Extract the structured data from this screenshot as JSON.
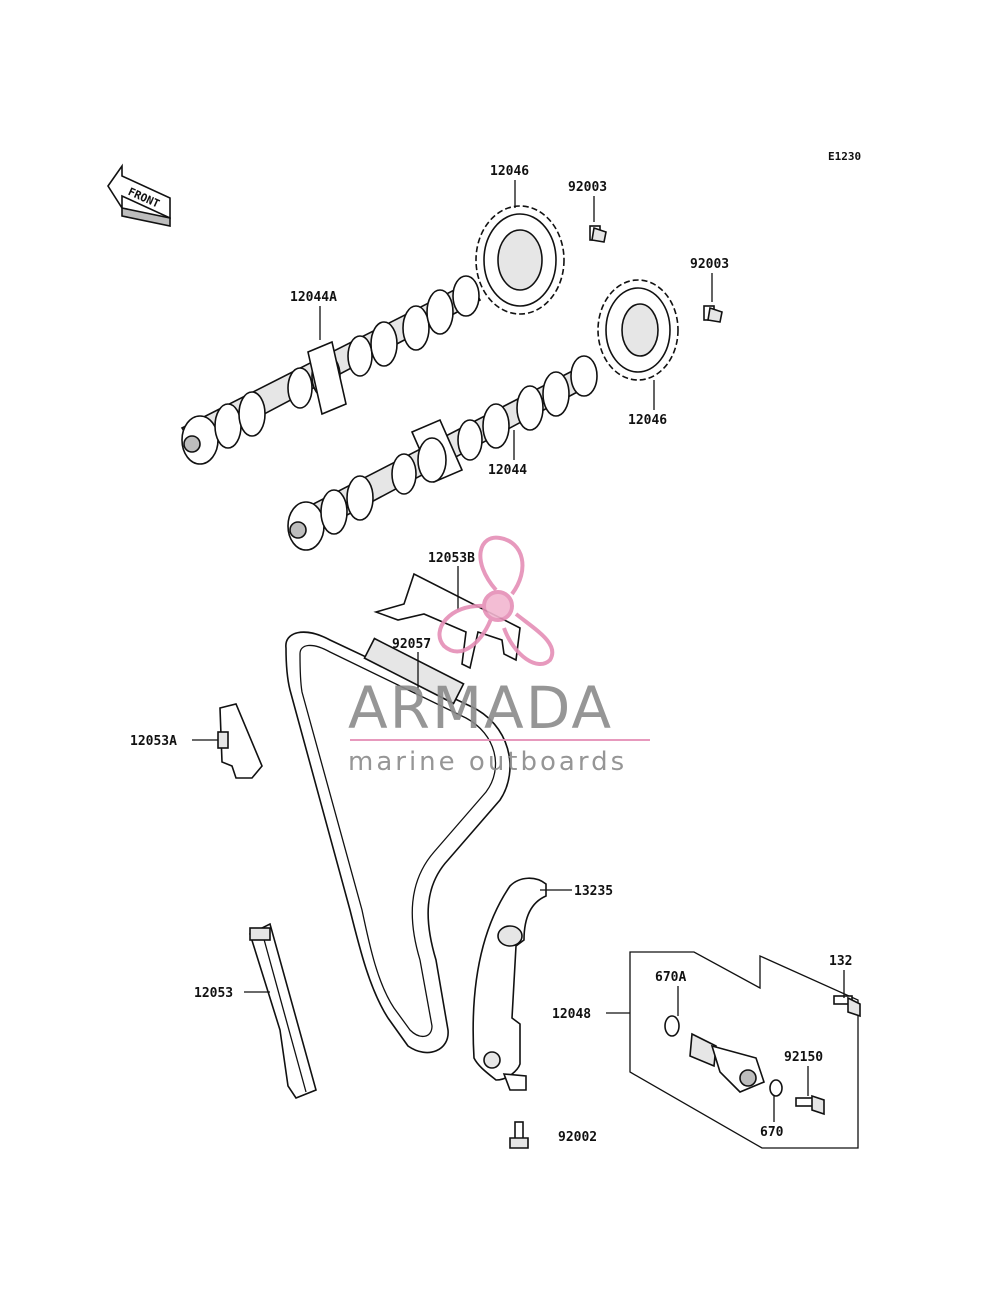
{
  "diagram": {
    "code": "E1230",
    "front_label": "FRONT",
    "labels": {
      "p12046_top": "12046",
      "p92003_top": "92003",
      "p92003_right": "92003",
      "p12044A": "12044A",
      "p12046_bottom": "12046",
      "p12044": "12044",
      "p12053B": "12053B",
      "p92057": "92057",
      "p12053A": "12053A",
      "p13235": "13235",
      "p132": "132",
      "p670A": "670A",
      "p12048": "12048",
      "p92150": "92150",
      "p12053": "12053",
      "p670": "670",
      "p92002": "92002"
    }
  },
  "watermark": {
    "brand": "ARMADA",
    "tagline": "marine outboards",
    "accent_color": "#e58fb6"
  }
}
